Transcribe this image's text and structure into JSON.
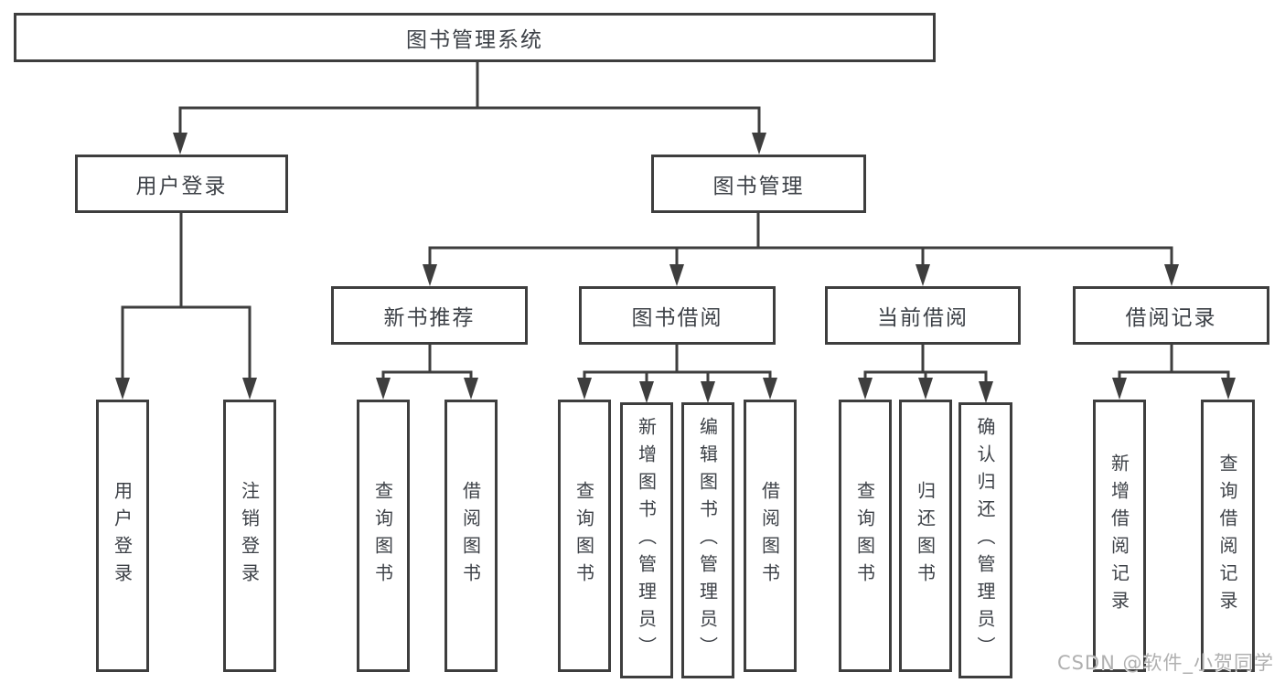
{
  "diagram_type": "hierarchy-tree",
  "colors": {
    "line": "#3e3e3e",
    "box_border": "#3e3e3e",
    "box_fill": "#ffffff",
    "text": "#3d4147",
    "watermark": "#b0b0b0",
    "background": "#ffffff"
  },
  "tree": {
    "label": "图书管理系统",
    "children": [
      {
        "label": "用户登录",
        "children": [
          {
            "label": "用户登录"
          },
          {
            "label": "注销登录"
          }
        ]
      },
      {
        "label": "图书管理",
        "children": [
          {
            "label": "新书推荐",
            "children": [
              {
                "label": "查询图书"
              },
              {
                "label": "借阅图书"
              }
            ]
          },
          {
            "label": "图书借阅",
            "children": [
              {
                "label": "查询图书"
              },
              {
                "label": "新增图书（管理员）"
              },
              {
                "label": "编辑图书（管理员）"
              },
              {
                "label": "借阅图书"
              }
            ]
          },
          {
            "label": "当前借阅",
            "children": [
              {
                "label": "查询图书"
              },
              {
                "label": "归还图书"
              },
              {
                "label": "确认归还（管理员）"
              }
            ]
          },
          {
            "label": "借阅记录",
            "children": [
              {
                "label": "新增借阅记录"
              },
              {
                "label": "查询借阅记录"
              }
            ]
          }
        ]
      }
    ]
  },
  "watermark": "CSDN @软件_小贺同学"
}
